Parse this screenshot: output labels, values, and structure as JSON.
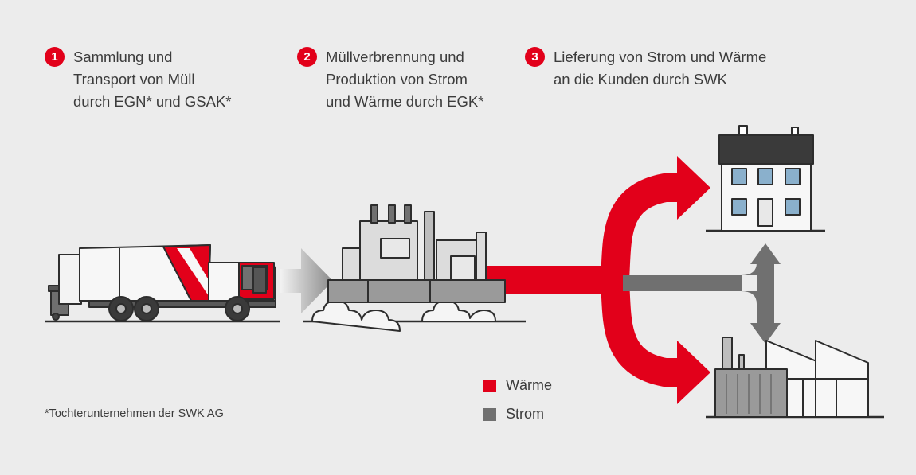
{
  "steps": [
    {
      "number": "1",
      "lines": [
        "Sammlung und",
        "Transport von Müll",
        "durch EGN* und GSAK*"
      ]
    },
    {
      "number": "2",
      "lines": [
        "Müllverbrennung und",
        "Produktion von Strom",
        "und Wärme durch EGK*"
      ]
    },
    {
      "number": "3",
      "lines": [
        "Lieferung von Strom und Wärme",
        "an die Kunden durch SWK"
      ]
    }
  ],
  "footnote": "*Tochterunternehmen der SWK AG",
  "legend": [
    {
      "label": "Wärme",
      "color": "#e2001a"
    },
    {
      "label": "Strom",
      "color": "#707070"
    }
  ],
  "colors": {
    "accent": "#e2001a",
    "strom": "#707070",
    "background": "#ececec"
  },
  "icons": [
    "garbage-truck-icon",
    "power-plant-icon",
    "house-icon",
    "factory-icon"
  ]
}
